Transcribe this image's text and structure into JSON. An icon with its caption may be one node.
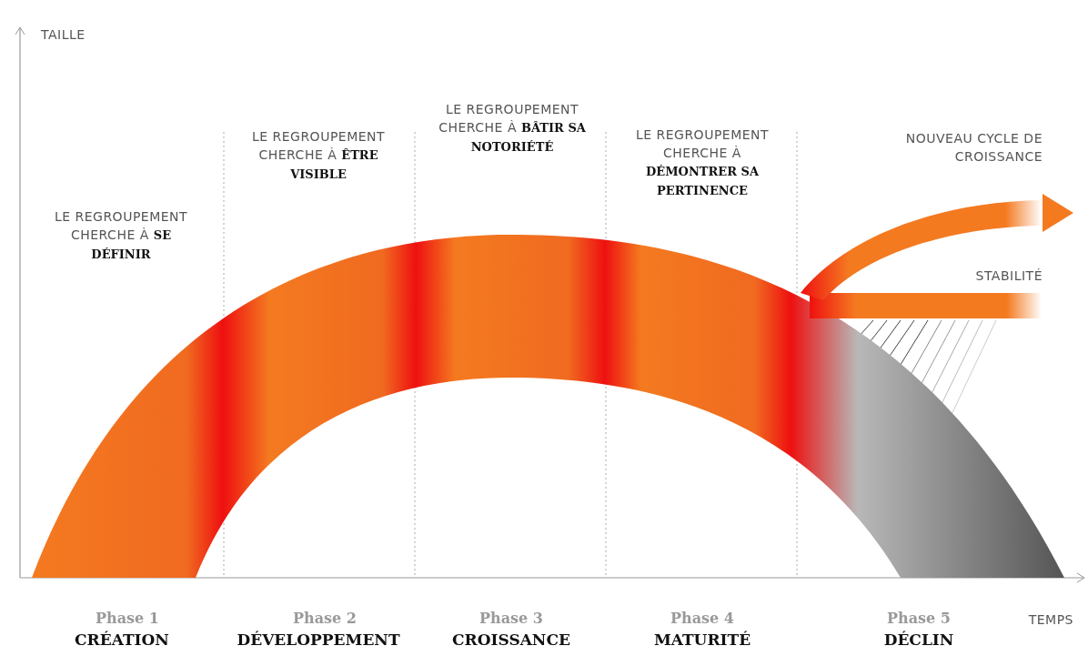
{
  "diagram": {
    "labels": [
      "TAILLE",
      "LE REGROUPEMENT CHERCHE À **SE DÉFINIR**",
      "LE REGROUPEMENT CHERCHE À **ÊTRE VISIBLE**",
      "LE REGROUPEMENT CHERCHE À **BÂTIR SA NOTORIÉTÉ**",
      "LE REGROUPEMENT CHERCHE À **DÉMONTRER SA PERTINENCE**",
      "NOUVEAU CYCLE DE CROISSANCE",
      "STABILITÉ",
      "Phase 1",
      "CRÉATION",
      "Phase 2",
      "DÉVELOPPEMENT",
      "Phase 3",
      "CROISSANCE",
      "Phase 4",
      "MATURITÉ",
      "Phase 5",
      "DÉCLIN",
      "TEMPS"
    ]
  }
}
